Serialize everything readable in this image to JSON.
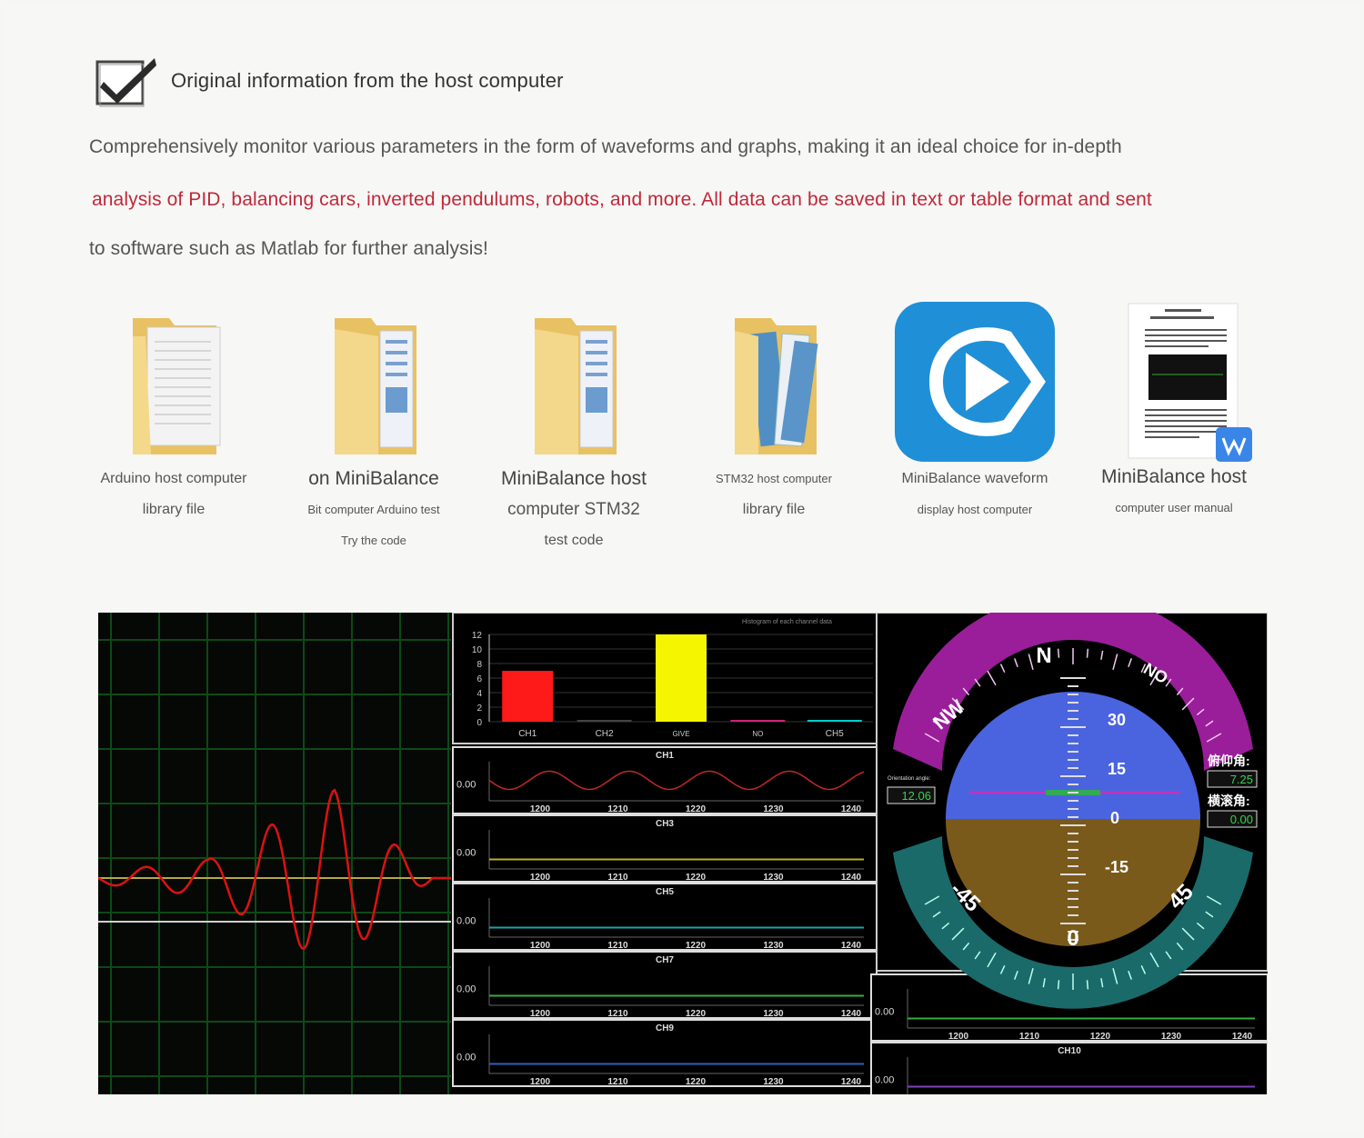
{
  "header": {
    "title": "Original information from the host computer"
  },
  "description": {
    "line1": "Comprehensively monitor various parameters in the form of waveforms and graphs, making it an ideal choice for in-depth",
    "line2": "analysis of PID, balancing cars, inverted pendulums, robots, and more. All data can be saved in text or table format and sent",
    "line3": "to software such as Matlab for further analysis!"
  },
  "files": [
    {
      "icon": "folder-doc-icon",
      "lines": [
        "Arduino host computer",
        "library file"
      ]
    },
    {
      "icon": "folder-list-icon",
      "lines": [
        "on MiniBalance",
        "Bit computer Arduino test",
        "Try the code"
      ]
    },
    {
      "icon": "folder-list-icon",
      "lines": [
        "MiniBalance host",
        "computer STM32",
        "test code"
      ]
    },
    {
      "icon": "folder-notebook-icon",
      "lines": [
        "STM32 host computer",
        "library file"
      ]
    },
    {
      "icon": "minibalance-app-icon",
      "lines": [
        "MiniBalance waveform",
        "display host computer"
      ]
    },
    {
      "icon": "wps-document-icon",
      "lines": [
        "MiniBalance host",
        "computer user manual"
      ]
    }
  ],
  "screen": {
    "histogram": {
      "title": "Histogram of each channel data",
      "y_ticks": [
        "12",
        "10",
        "8",
        "6",
        "4",
        "2",
        "0"
      ],
      "categories": [
        "CH1",
        "CH2",
        "GIVE",
        "NO",
        "CH5"
      ],
      "values": [
        7,
        0,
        12,
        0,
        0
      ],
      "colors": [
        "#ff1a1a",
        "#444444",
        "#f5f500",
        "#cc2277",
        "#00cccc"
      ]
    },
    "channels": [
      {
        "name": "CH1",
        "value": "0.00",
        "color": "#c0282a"
      },
      {
        "name": "CH3",
        "value": "0.00",
        "color": "#b8b030"
      },
      {
        "name": "CH5",
        "value": "0.00",
        "color": "#1fa3a3"
      },
      {
        "name": "CH7",
        "value": "0.00",
        "color": "#30b040"
      },
      {
        "name": "CH9",
        "value": "0.00",
        "color": "#3060c0"
      }
    ],
    "right_channels": [
      {
        "name": "",
        "value": "0.00",
        "color": "#30b040"
      },
      {
        "name": "CH10",
        "value": "0.00",
        "color": "#8040c0"
      }
    ],
    "x_ticks": [
      "1200",
      "1210",
      "1220",
      "1230",
      "1240"
    ],
    "attitude": {
      "heading_labels": [
        "NW",
        "N",
        "NO"
      ],
      "bottom_labels": [
        "-45",
        "0",
        "45"
      ],
      "pitch_labels": [
        "30",
        "15",
        "0",
        "-15"
      ],
      "orientation_label": "Orientation angle:",
      "orientation_value": "12.06",
      "pitch_label": "俯仰角:",
      "pitch_value": "7.25",
      "roll_label": "横滚角:",
      "roll_value": "0.00"
    }
  }
}
